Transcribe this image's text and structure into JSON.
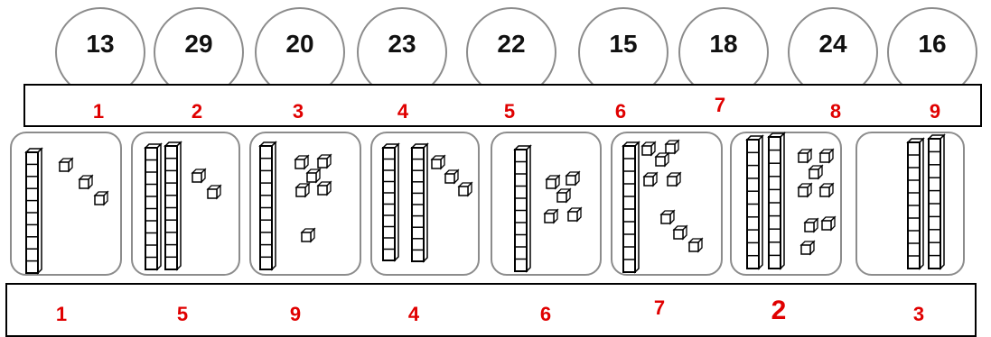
{
  "circles": [
    "13",
    "29",
    "20",
    "23",
    "22",
    "15",
    "18",
    "24",
    "16"
  ],
  "top_labels": [
    "1",
    "2",
    "3",
    "4",
    "5",
    "6",
    "7",
    "8",
    "9"
  ],
  "bottom_labels": [
    "1",
    "5",
    "9",
    "4",
    "6",
    "7",
    "2",
    "3"
  ],
  "cards": [
    {
      "tens": 1,
      "ones": 3
    },
    {
      "tens": 2,
      "ones": 2
    },
    {
      "tens": 1,
      "ones": 6
    },
    {
      "tens": 2,
      "ones": 3
    },
    {
      "tens": 1,
      "ones": 5
    },
    {
      "tens": 1,
      "ones": 8
    },
    {
      "tens": 2,
      "ones": 8
    },
    {
      "tens": 2,
      "ones": 0
    }
  ],
  "colors": {
    "label": "#e00000",
    "border": "#8c8c8c",
    "box": "#000000"
  }
}
